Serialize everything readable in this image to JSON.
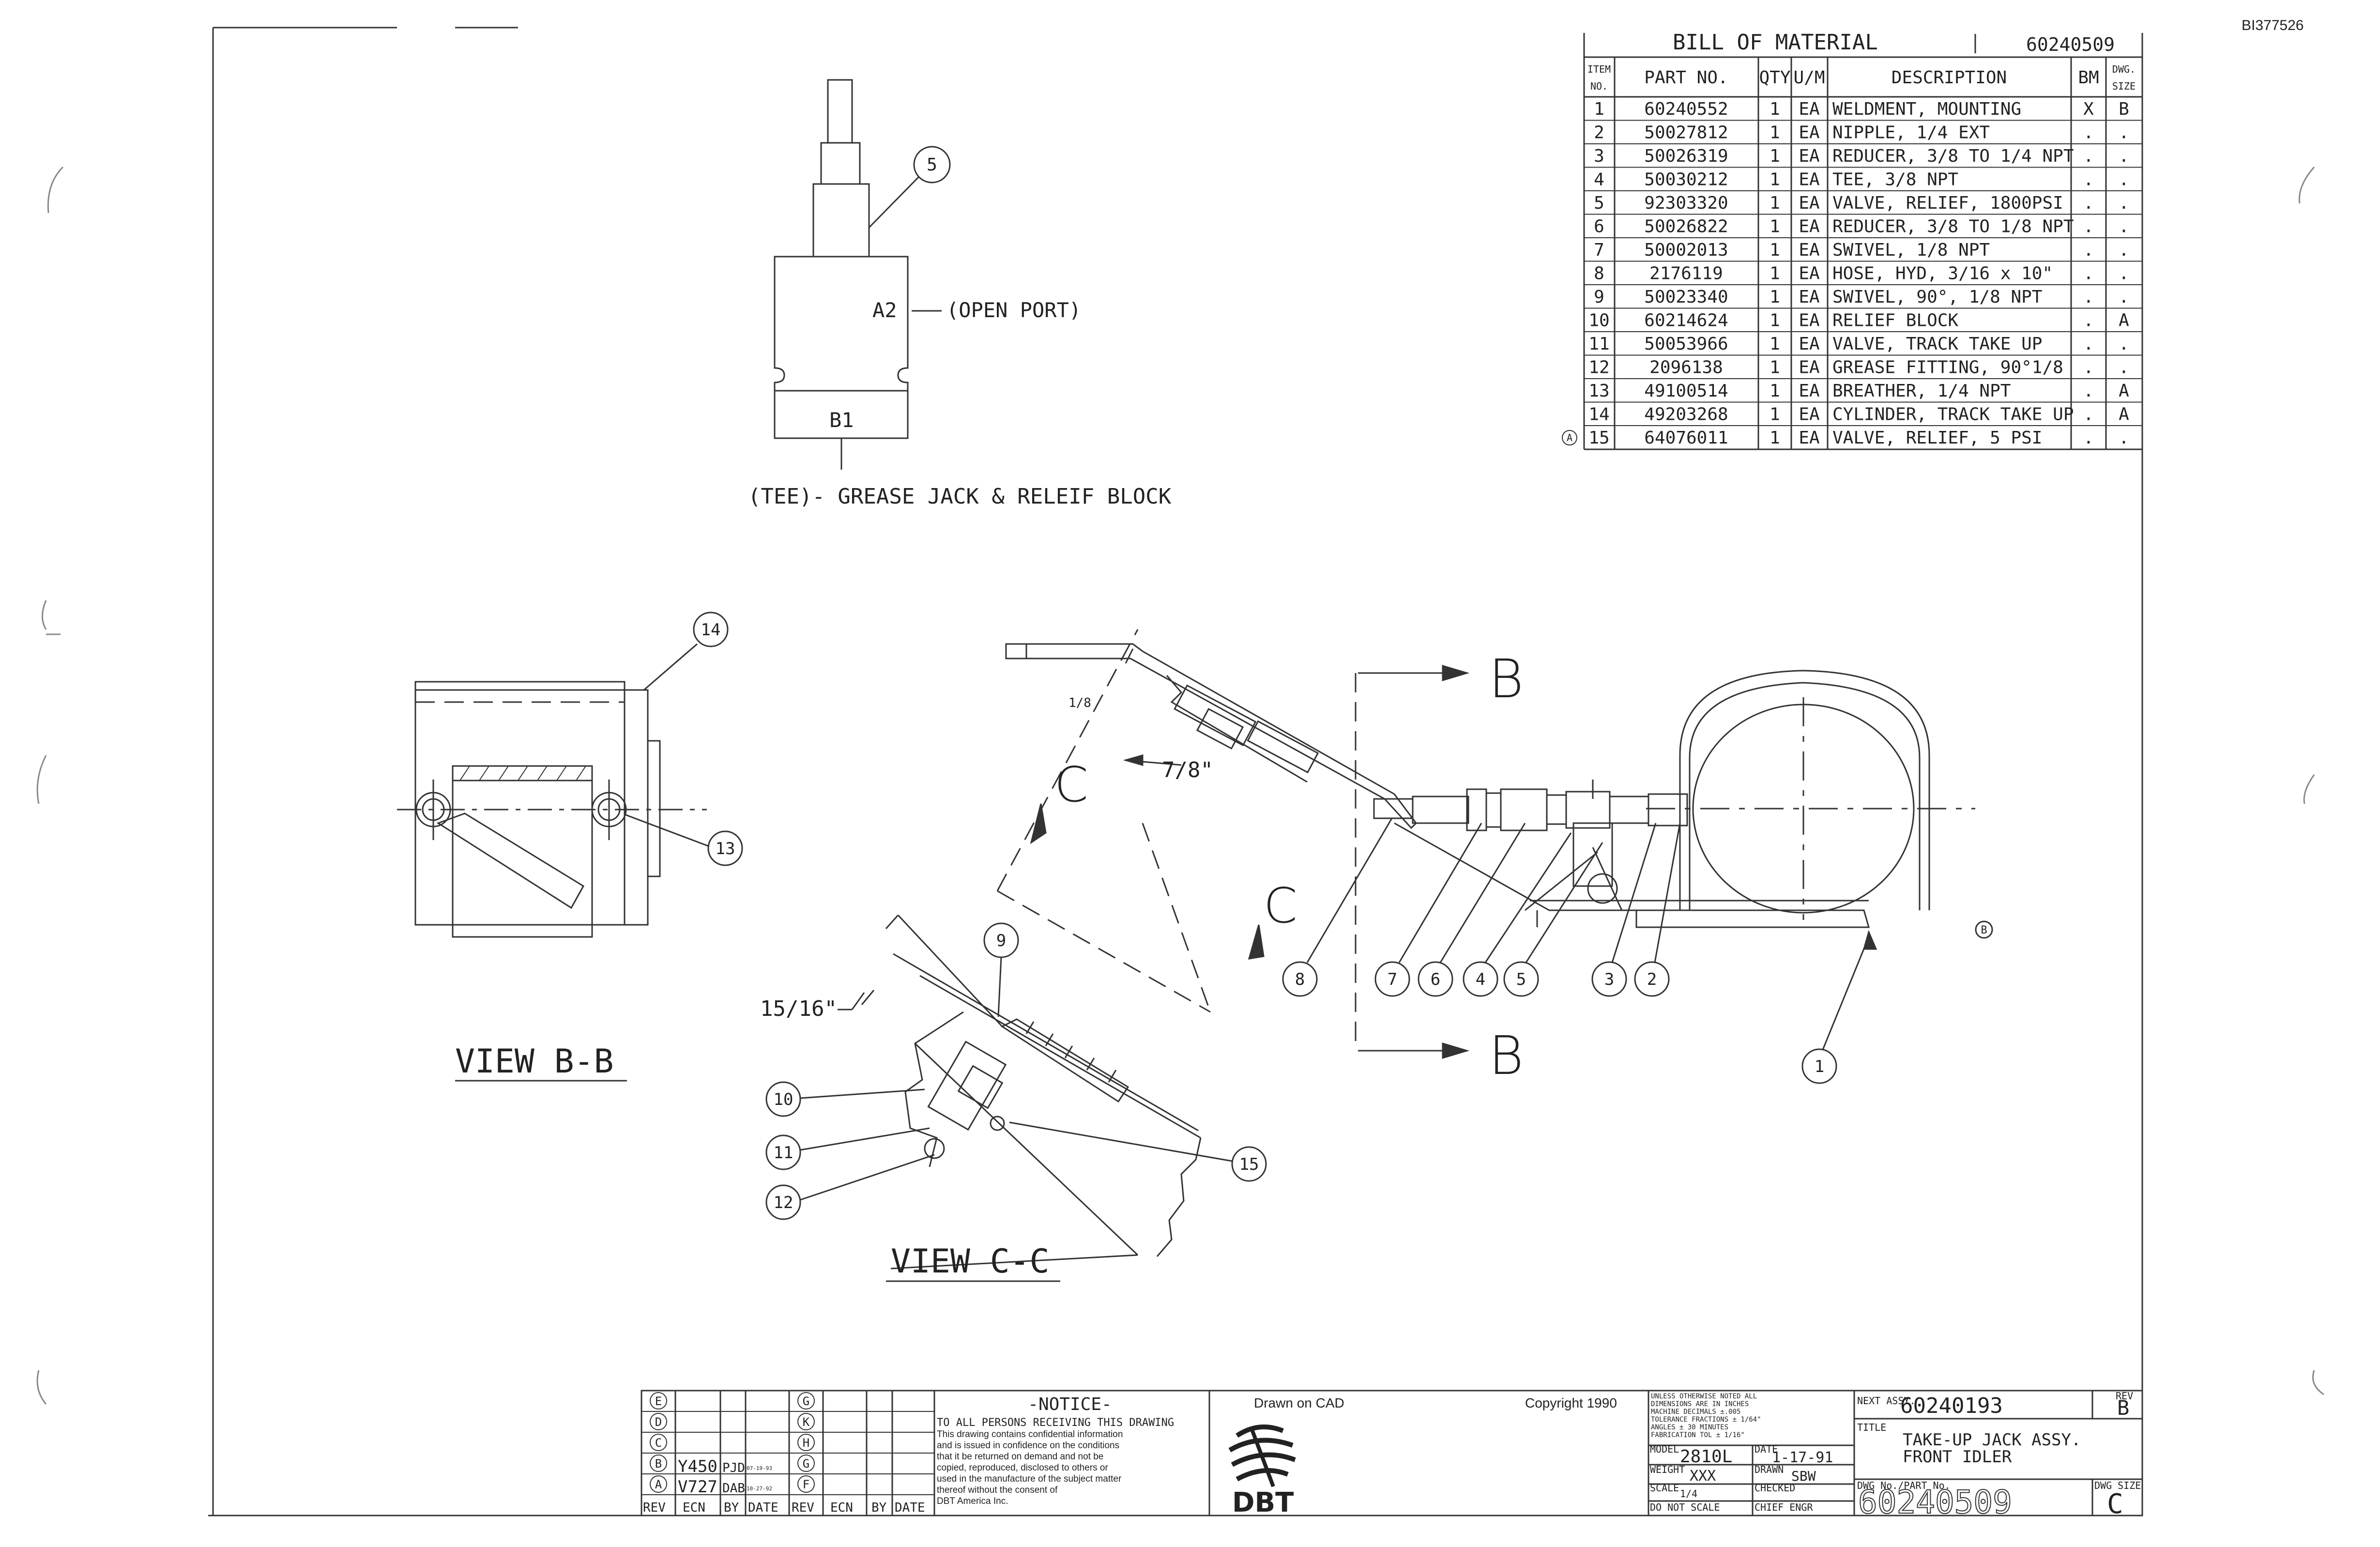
{
  "sheet_id": "BI377526",
  "bom": {
    "title": "BILL OF MATERIAL",
    "doc_no": "60240509",
    "headers": [
      "ITEM NO.",
      "PART NO.",
      "QTY",
      "U/M",
      "DESCRIPTION",
      "BM",
      "DWG. SIZE"
    ],
    "rows": [
      {
        "item": "1",
        "part": "60240552",
        "qty": "1",
        "um": "EA",
        "desc": "WELDMENT, MOUNTING",
        "bm": "X",
        "size": "B",
        "rev": ""
      },
      {
        "item": "2",
        "part": "50027812",
        "qty": "1",
        "um": "EA",
        "desc": "NIPPLE, 1/4 EXT",
        "bm": ".",
        "size": ".",
        "rev": ""
      },
      {
        "item": "3",
        "part": "50026319",
        "qty": "1",
        "um": "EA",
        "desc": "REDUCER, 3/8 TO 1/4 NPT",
        "bm": ".",
        "size": ".",
        "rev": ""
      },
      {
        "item": "4",
        "part": "50030212",
        "qty": "1",
        "um": "EA",
        "desc": "TEE, 3/8 NPT",
        "bm": ".",
        "size": ".",
        "rev": ""
      },
      {
        "item": "5",
        "part": "92303320",
        "qty": "1",
        "um": "EA",
        "desc": "VALVE, RELIEF, 1800PSI",
        "bm": ".",
        "size": ".",
        "rev": ""
      },
      {
        "item": "6",
        "part": "50026822",
        "qty": "1",
        "um": "EA",
        "desc": "REDUCER, 3/8 TO 1/8 NPT",
        "bm": ".",
        "size": ".",
        "rev": ""
      },
      {
        "item": "7",
        "part": "50002013",
        "qty": "1",
        "um": "EA",
        "desc": "SWIVEL, 1/8 NPT",
        "bm": ".",
        "size": ".",
        "rev": ""
      },
      {
        "item": "8",
        "part": "2176119",
        "qty": "1",
        "um": "EA",
        "desc": "HOSE, HYD, 3/16 x 10\"",
        "bm": ".",
        "size": ".",
        "rev": ""
      },
      {
        "item": "9",
        "part": "50023340",
        "qty": "1",
        "um": "EA",
        "desc": "SWIVEL, 90°, 1/8 NPT",
        "bm": ".",
        "size": ".",
        "rev": ""
      },
      {
        "item": "10",
        "part": "60214624",
        "qty": "1",
        "um": "EA",
        "desc": "RELIEF BLOCK",
        "bm": ".",
        "size": "A",
        "rev": ""
      },
      {
        "item": "11",
        "part": "50053966",
        "qty": "1",
        "um": "EA",
        "desc": "VALVE, TRACK TAKE UP",
        "bm": ".",
        "size": ".",
        "rev": ""
      },
      {
        "item": "12",
        "part": "2096138",
        "qty": "1",
        "um": "EA",
        "desc": "GREASE FITTING, 90°1/8",
        "bm": ".",
        "size": ".",
        "rev": ""
      },
      {
        "item": "13",
        "part": "49100514",
        "qty": "1",
        "um": "EA",
        "desc": "BREATHER, 1/4 NPT",
        "bm": ".",
        "size": "A",
        "rev": ""
      },
      {
        "item": "14",
        "part": "49203268",
        "qty": "1",
        "um": "EA",
        "desc": "CYLINDER, TRACK TAKE UP",
        "bm": ".",
        "size": "A",
        "rev": ""
      },
      {
        "item": "15",
        "part": "64076011",
        "qty": "1",
        "um": "EA",
        "desc": "VALVE, RELIEF, 5 PSI",
        "bm": ".",
        "size": ".",
        "rev": "A"
      }
    ]
  },
  "detail_top": {
    "port_label": "A2",
    "open_port": "(OPEN PORT)",
    "b1": "B1",
    "caption": "(TEE)- GREASE JACK &  RELEIF BLOCK",
    "balloon": "5"
  },
  "view_bb": {
    "caption": "VIEW B-B",
    "balloons": [
      "14",
      "13"
    ]
  },
  "view_cc": {
    "caption": "VIEW C-C",
    "dim": "15/16\"",
    "balloons": [
      "9",
      "10",
      "11",
      "12",
      "15"
    ]
  },
  "main_view": {
    "dim_small": "1/8",
    "dim_78": "7/8\"",
    "section_c": "C",
    "section_b": "B",
    "rev_marker": "B",
    "balloons": [
      "8",
      "7",
      "6",
      "4",
      "5",
      "3",
      "2",
      "1"
    ]
  },
  "title_block": {
    "rev_letters": [
      "E",
      "D",
      "C",
      "B",
      "A"
    ],
    "rev_letters_right": [
      "G",
      "K",
      "H",
      "G",
      "F"
    ],
    "rev_rows": [
      {
        "rev": "B",
        "ecn": "Y450",
        "by": "PJD",
        "date": "07-19-93"
      },
      {
        "rev": "A",
        "ecn": "V727",
        "by": "DAB",
        "date": "10-27-92"
      }
    ],
    "rev_headers": [
      "REV",
      "ECN",
      "BY",
      "DATE",
      "REV",
      "ECN",
      "BY",
      "DATE"
    ],
    "notice_title": "-NOTICE-",
    "notice_lines": [
      "TO ALL PERSONS RECEIVING THIS DRAWING",
      "This drawing contains confidential information",
      "and is issued in confidence on the conditions",
      "that it be returned on demand and not be",
      "copied, reproduced, disclosed to others or",
      "used in the manufacture of the subject matter",
      "thereof without the consent of",
      "DBT America Inc."
    ],
    "drawn_on": "Drawn on CAD",
    "copyright": "Copyright 1990",
    "logo_text": "DBT",
    "tol_lines": [
      "UNLESS OTHERWISE NOTED ALL",
      "DIMENSIONS ARE IN INCHES",
      "MACHINE   DECIMALS ±.005",
      "TOLERANCE  FRACTIONS ± 1/64\"",
      "          ANGLES ± 30 MINUTES",
      "FABRICATION TOL ± 1/16\""
    ],
    "model_label": "MODEL",
    "model": "2810L",
    "date_label": "DATE",
    "date": "1-17-91",
    "weight_label": "WEIGHT",
    "weight": "XXX",
    "drawn_label": "DRAWN",
    "drawn": "SBW",
    "scale_label": "SCALE",
    "scale": "1/4",
    "checked_label": "CHECKED",
    "noscale": "DO NOT SCALE",
    "chief_label": "CHIEF ENGR",
    "next_assy_label": "NEXT ASSY.",
    "next_assy": "60240193",
    "rev_label": "REV",
    "rev": "B",
    "title_label": "TITLE",
    "title1": "TAKE-UP JACK ASSY.",
    "title2": "FRONT IDLER",
    "dwg_label": "DWG No./PART No.",
    "dwg_no": "60240509",
    "size_label": "DWG SIZE",
    "size": "C"
  }
}
